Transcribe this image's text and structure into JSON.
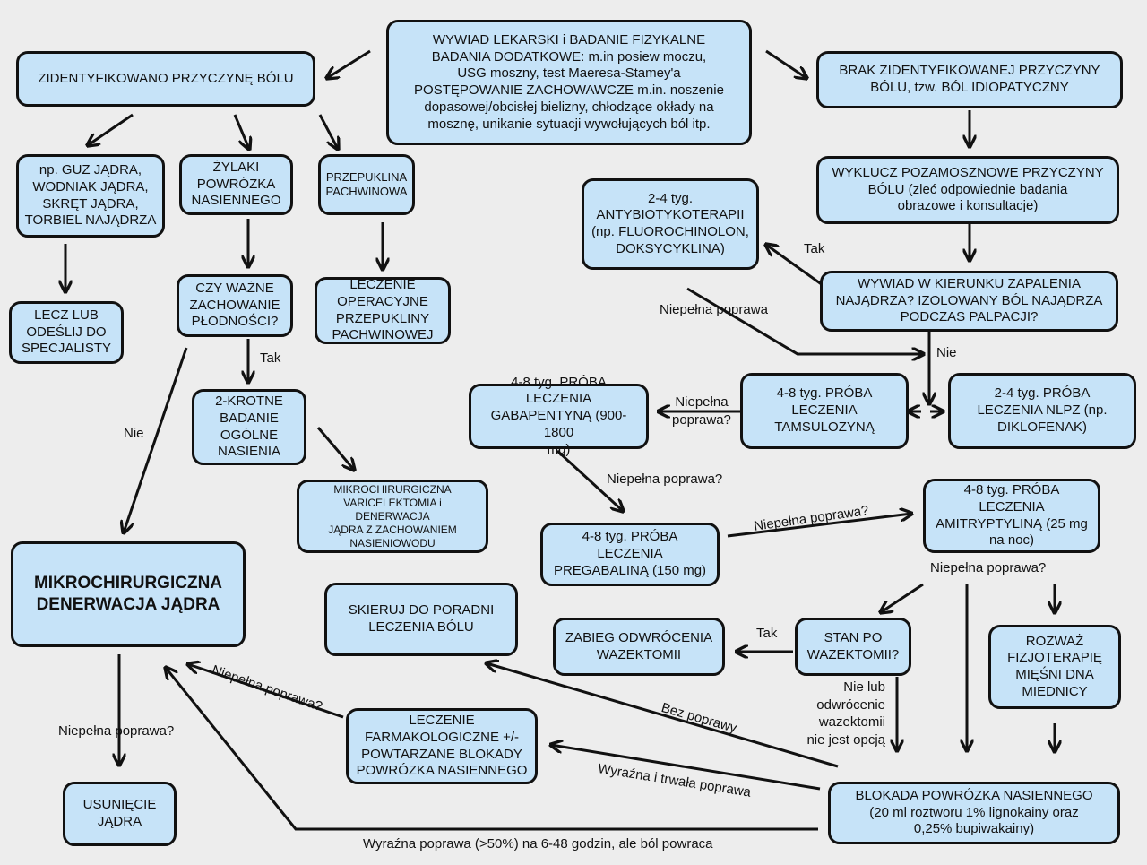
{
  "boxes": {
    "start": "WYWIAD LEKARSKI i BADANIE FIZYKALNE\nBADANIA DODATKOWE: m.in posiew moczu,\nUSG moszny, test Maeresa-Stamey'a\nPOSTĘPOWANIE ZACHOWAWCZE m.in. noszenie\ndopasowej/obcisłej bielizny, chłodzące okłady na\nmosznę, unikanie sytuacji wywołujących ból itp.",
    "identified": "ZIDENTYFIKOWANO PRZYCZYNĘ BÓLU",
    "idiopathic": "BRAK ZIDENTYFIKOWANEJ PRZYCZYNY\nBÓLU, tzw. BÓL IDIOPATYCZNY",
    "tumor": "np. GUZ JĄDRA,\nWODNIAK JĄDRA,\nSKRĘT JĄDRA,\nTORBIEL NAJĄDRZA",
    "varicocele": "ŻYLAKI\nPOWRÓZKA\nNASIENNEGO",
    "hernia": "PRZEPUKLINA\nPACHWINOWA",
    "treat_refer": "LECZ LUB\nODEŚLIJ DO\nSPECJALISTY",
    "fertility": "CZY WAŻNE\nZACHOWANIE\nPŁODNOŚCI?",
    "hernia_surgery": "LECZENIE OPERACYJNE\nPRZEPUKLINY\nPACHWINOWEJ",
    "semen": "2-KROTNE\nBADANIE\nOGÓLNE\nNASIENIA",
    "microvaric": "MIKROCHIRURGICZNA\nVARICELEKTOMIA i DENERWACJA\nJĄDRA Z ZACHOWANIEM\nNASIENIOWODU",
    "denervation": "MIKROCHIRURGICZNA\nDENERWACJA JĄDRA",
    "orchiectomy": "USUNIĘCIE\nJĄDRA",
    "pain_clinic": "SKIERUJ DO PORADNI\nLECZENIA BÓLU",
    "exclude": "WYKLUCZ POZAMOSZNOWE PRZYCZYNY\nBÓLU (zleć odpowiednie badania\nobrazowe i konsultacje)",
    "antibiotic": "2-4 tyg.\nANTYBIOTYKOTERAPII\n(np. FLUOROCHINOLON,\nDOKSYCYKLINA)",
    "epididymitis": "WYWIAD W KIERUNKU ZAPALENIA\nNAJĄDRZA? IZOLOWANY BÓL NAJĄDRZA\nPODCZAS PALPACJI?",
    "gabapentin": "4-8 tyg. PRÓBA LECZENIA\nGABAPENTYNĄ (900-1800\nmg)",
    "tamsulosin": "4-8 tyg. PRÓBA\nLECZENIA\nTAMSULOZYNĄ",
    "nsaid": "2-4 tyg. PRÓBA\nLECZENIA NLPZ (np.\nDIKLOFENAK)",
    "pregabalin": "4-8 tyg. PRÓBA LECZENIA\nPREGABALINĄ (150 mg)",
    "amitriptyline": "4-8 tyg. PRÓBA LECZENIA\nAMITRYPTYLINĄ (25 mg\nna noc)",
    "vasectomy_reversal": "ZABIEG ODWRÓCENIA\nWAZEKTOMII",
    "post_vasectomy": "STAN PO\nWAZEKTOMII?",
    "physio": "ROZWAŻ\nFIZJOTERAPIĘ\nMIĘŚNI DNA\nMIEDNICY",
    "pharmaco": "LECZENIE\nFARMAKOLOGICZNE +/-\nPOWTARZANE BLOKADY\nPOWRÓZKA NASIENNEGO",
    "block": "BLOKADA POWRÓZKA NASIENNEGO\n(20 ml roztworu 1% lignokainy oraz\n0,25% bupiwakainy)"
  },
  "labels": {
    "tak_fertility": "Tak",
    "nie_fertility": "Nie",
    "tak_antibiotic": "Tak",
    "nie_epididymitis": "Nie",
    "niepelna_antibiotic": "Niepełna poprawa",
    "niepelna_tamsulosin": "Niepełna\npoprawa?",
    "niepelna_gabapentin": "Niepełna poprawa?",
    "niepelna_pregabalin": "Niepełna poprawa?",
    "niepelna_amitriptyline": "Niepełna poprawa?",
    "tak_vasectomy": "Tak",
    "nie_vasectomy": "Nie lub\nodwrócenie\nwazektomii\nnie jest opcją",
    "bez_poprawy": "Bez poprawy",
    "wyrazna_trwala": "Wyraźna i trwała poprawa",
    "niepelna_pharmaco": "Niepełna poprawa?",
    "niepelna_denervation": "Niepełna poprawa?",
    "wyrazna_powraca": "Wyraźna poprawa (>50%) na 6-48 godzin, ale ból powraca"
  },
  "colors": {
    "box_fill": "#c6e3f8",
    "border": "#111111",
    "background": "#ededed"
  }
}
